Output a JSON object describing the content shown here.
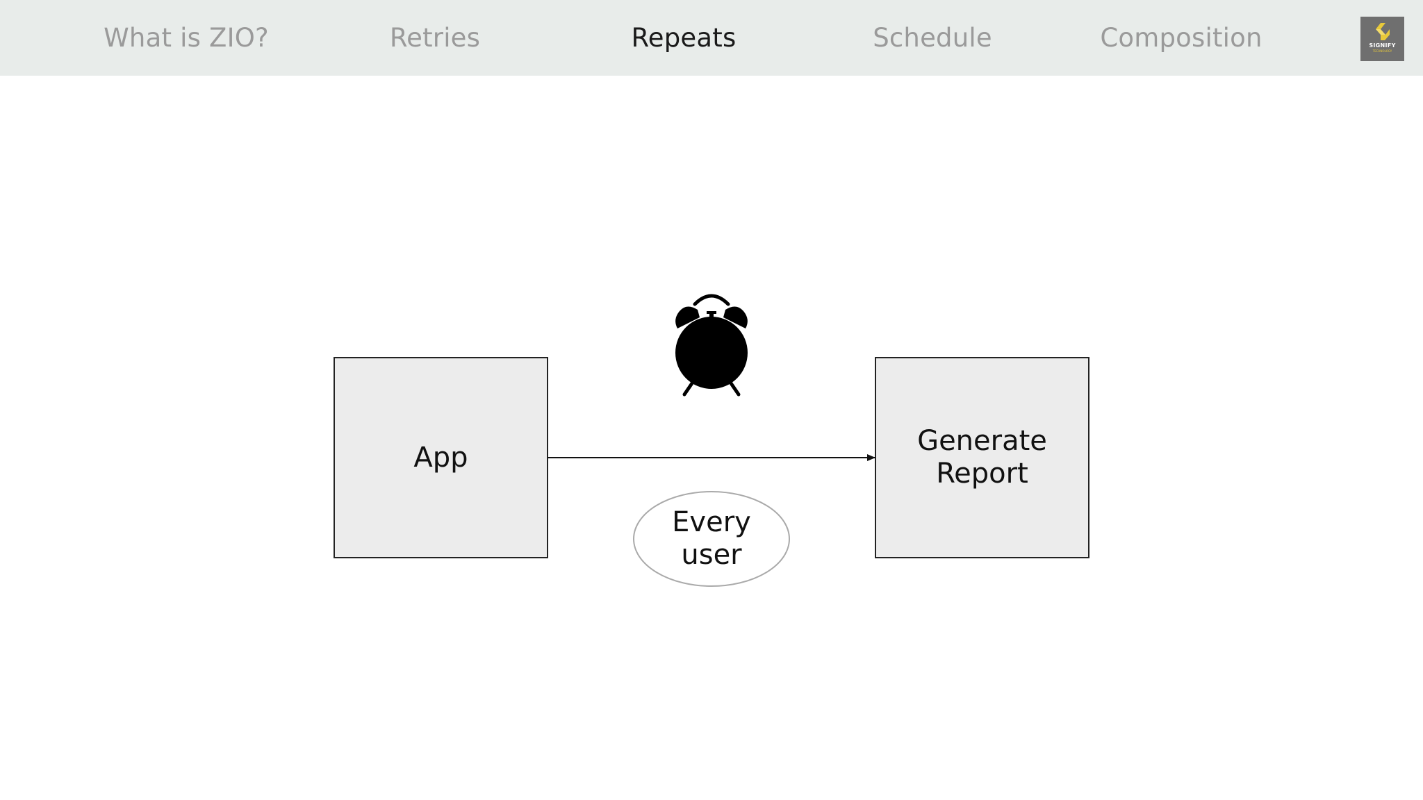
{
  "nav": {
    "items": [
      {
        "label": "What is ZIO?",
        "active": false
      },
      {
        "label": "Retries",
        "active": false
      },
      {
        "label": "Repeats",
        "active": true
      },
      {
        "label": "Schedule",
        "active": false
      },
      {
        "label": "Composition",
        "active": false
      }
    ],
    "logo": {
      "name": "SIGNIFY",
      "subtitle": "TECHNOLOGY"
    }
  },
  "diagram": {
    "source": {
      "lines": [
        "App"
      ]
    },
    "target": {
      "lines": [
        "Generate",
        "Report"
      ]
    },
    "edge_label": {
      "lines": [
        "Every",
        "user"
      ]
    },
    "icon": "alarm-clock-icon"
  },
  "colors": {
    "nav_bg": "#e8ecea",
    "nav_inactive": "#9a9a9a",
    "nav_active": "#1a1a1a",
    "box_fill": "#ececec",
    "logo_bg": "#6f6f6f",
    "logo_accent": "#e8c93a"
  }
}
